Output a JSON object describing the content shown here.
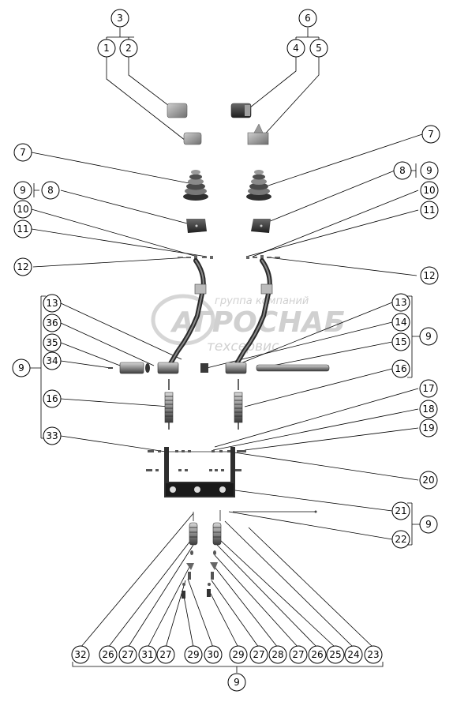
{
  "watermark": {
    "line1": "группа компаний",
    "line2": "АГРОСНАБ",
    "line3": "техсервис"
  },
  "callouts": {
    "c3": "3",
    "c1": "1",
    "c2": "2",
    "c6": "6",
    "c4": "4",
    "c5": "5",
    "c7l": "7",
    "c7r": "7",
    "c9a": "9",
    "c8l": "8",
    "c8r": "8",
    "c9b": "9",
    "c10l": "10",
    "c10r": "10",
    "c11l": "11",
    "c11r": "11",
    "c12l": "12",
    "c12r": "12",
    "c13l": "13",
    "c36": "36",
    "c35": "35",
    "c34": "34",
    "c9c": "9",
    "c16l": "16",
    "c33": "33",
    "c13r": "13",
    "c14": "14",
    "c15": "15",
    "c9d": "9",
    "c16r": "16",
    "c17": "17",
    "c18": "18",
    "c19": "19",
    "c20": "20",
    "c21": "21",
    "c22": "22",
    "c9e": "9",
    "b32": "32",
    "b26a": "26",
    "b27a": "27",
    "b31": "31",
    "b27b": "27",
    "b29a": "29",
    "b30": "30",
    "b29b": "29",
    "b27c": "27",
    "b28": "28",
    "b27d": "27",
    "b26b": "26",
    "b25": "25",
    "b24": "24",
    "b23": "23",
    "c9f": "9"
  },
  "colors": {
    "line": "#000000",
    "part_dark": "#3a3a3a",
    "part_mid": "#7a7a7a",
    "part_light": "#b8b8b8",
    "watermark": "#c8c8c8"
  }
}
